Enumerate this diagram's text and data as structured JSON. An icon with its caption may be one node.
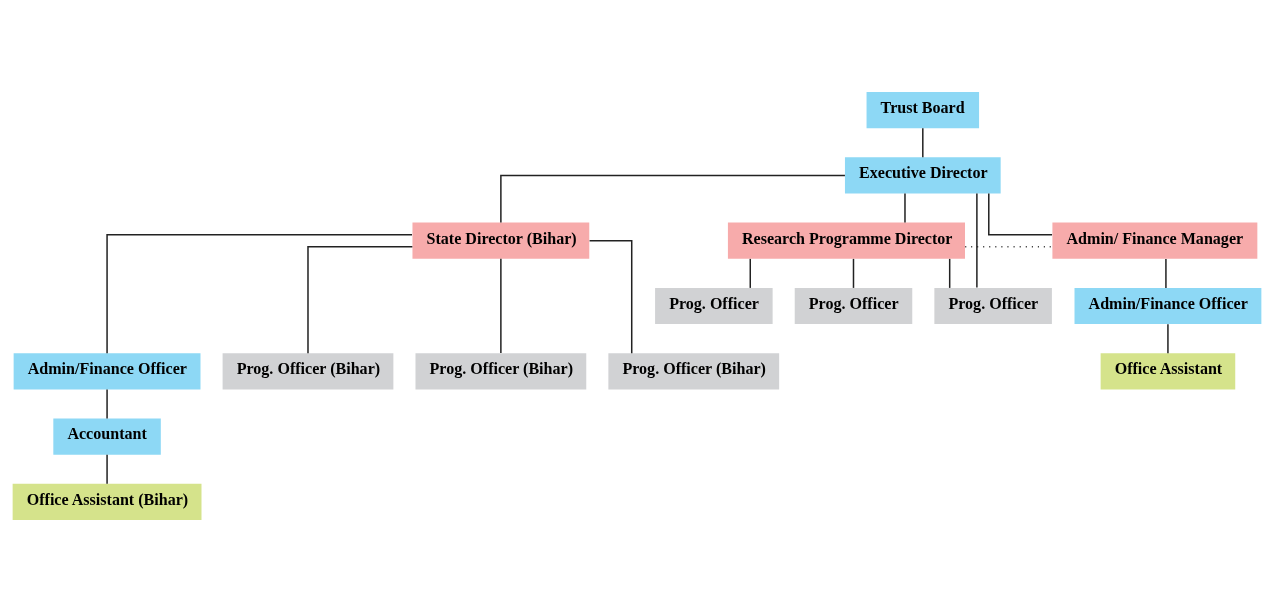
{
  "diagram": {
    "nodes": [
      {
        "text": [
          "Trust Board"
        ]
      },
      {
        "text": [
          "Executive Director"
        ]
      },
      {
        "text": [
          "State Director (Bihar)"
        ]
      },
      {
        "text": [
          "Research Programme Director"
        ]
      },
      {
        "text": [
          "Admin/ Finance Manager"
        ]
      },
      {
        "text": [
          "Prog. Officer"
        ]
      },
      {
        "text": [
          "Prog. Officer"
        ]
      },
      {
        "text": [
          "Prog. Officer"
        ]
      },
      {
        "text": [
          "Admin/Finance Officer"
        ]
      },
      {
        "text": [
          "Office Assistant"
        ]
      },
      {
        "text": [
          "Admin/Finance Officer"
        ]
      },
      {
        "text": [
          "Accountant"
        ]
      },
      {
        "text": [
          "Office Assistant (Bihar)"
        ]
      },
      {
        "text": [
          "Prog. Officer (Bihar)"
        ]
      },
      {
        "text": [
          "Prog. Officer (Bihar)"
        ]
      },
      {
        "text": [
          "Prog. Officer (Bihar)"
        ]
      }
    ],
    "edges": [
      {
        "from": 0,
        "to": 1,
        "arrow": "none"
      },
      {
        "from": 1,
        "to": 2,
        "arrow": "none"
      },
      {
        "from": 1,
        "to": 3,
        "arrow": "none"
      },
      {
        "from": 1,
        "to": 4,
        "arrow": "none"
      },
      {
        "from": 3,
        "to": 4,
        "arrow": "none",
        "style": "dashed"
      },
      {
        "from": 3,
        "to": 5,
        "arrow": "none"
      },
      {
        "from": 3,
        "to": 6,
        "arrow": "none"
      },
      {
        "from": 3,
        "to": 7,
        "arrow": "none"
      },
      {
        "from": 1,
        "to": 6,
        "arrow": "none"
      },
      {
        "from": 4,
        "to": 8,
        "arrow": "none"
      },
      {
        "from": 8,
        "to": 9,
        "arrow": "none"
      },
      {
        "from": 2,
        "to": 10,
        "arrow": "none"
      },
      {
        "from": 10,
        "to": 11,
        "arrow": "none"
      },
      {
        "from": 11,
        "to": 12,
        "arrow": "none"
      },
      {
        "from": 2,
        "to": 13,
        "arrow": "none"
      },
      {
        "from": 2,
        "to": 14,
        "arrow": "none"
      },
      {
        "from": 2,
        "to": 15,
        "arrow": "none"
      }
    ]
  }
}
